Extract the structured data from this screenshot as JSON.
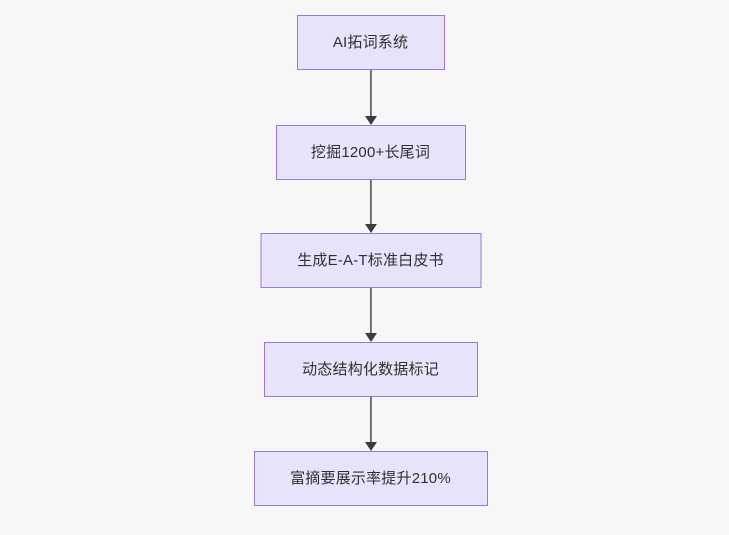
{
  "diagram": {
    "type": "flowchart",
    "orientation": "top-to-bottom",
    "background_color": "#f7f7f7",
    "node_fill_color": "#e6e3fb",
    "node_border_color": "#9a77d8",
    "node_text_color": "#303030",
    "connector_color": "#707070",
    "arrowhead_color": "#3c3c3c",
    "nodes": [
      {
        "id": "node-1",
        "label": "AI拓词系统"
      },
      {
        "id": "node-2",
        "label": "挖掘1200+长尾词"
      },
      {
        "id": "node-3",
        "label": "生成E-A-T标准白皮书"
      },
      {
        "id": "node-4",
        "label": "动态结构化数据标记"
      },
      {
        "id": "node-5",
        "label": "富摘要展示率提升210%"
      }
    ],
    "edges": [
      {
        "id": "edge-1",
        "from": "node-1",
        "to": "node-2",
        "arrow": "down-arrow-icon"
      },
      {
        "id": "edge-2",
        "from": "node-2",
        "to": "node-3",
        "arrow": "down-arrow-icon"
      },
      {
        "id": "edge-3",
        "from": "node-3",
        "to": "node-4",
        "arrow": "down-arrow-icon"
      },
      {
        "id": "edge-4",
        "from": "node-4",
        "to": "node-5",
        "arrow": "down-arrow-icon"
      }
    ]
  }
}
